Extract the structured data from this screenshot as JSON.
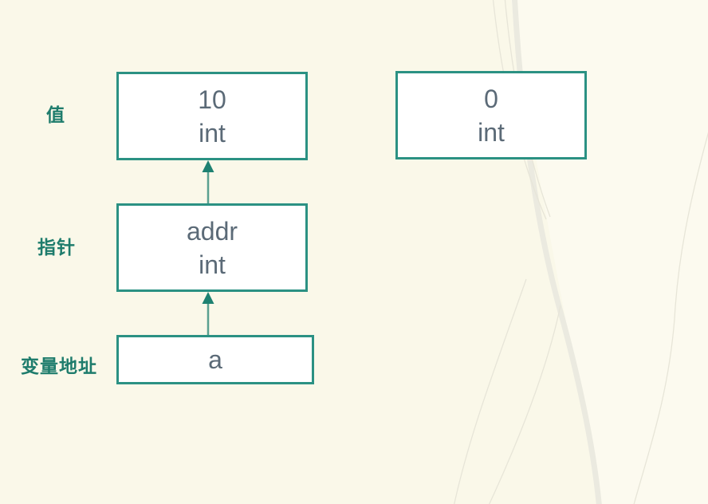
{
  "diagram": {
    "labels": {
      "value": "值",
      "pointer": "指针",
      "address": "变量地址"
    },
    "boxes": {
      "value_left": {
        "line1": "10",
        "line2": "int"
      },
      "value_right": {
        "line1": "0",
        "line2": "int"
      },
      "pointer": {
        "line1": "addr",
        "line2": "int"
      },
      "address": {
        "line1": "a"
      }
    },
    "icons": {
      "arrow": "arrow-up-icon"
    },
    "colors": {
      "background": "#faf8e9",
      "box_border": "#2b9183",
      "box_fill": "#ffffff",
      "box_text": "#5b6a77",
      "label_text": "#1e7c6c",
      "arrow_head": "#1e8171",
      "arrow_shaft": "#5aa190",
      "decor_line": "#e7e5d8",
      "decor_stem": "#ebeae0"
    }
  }
}
